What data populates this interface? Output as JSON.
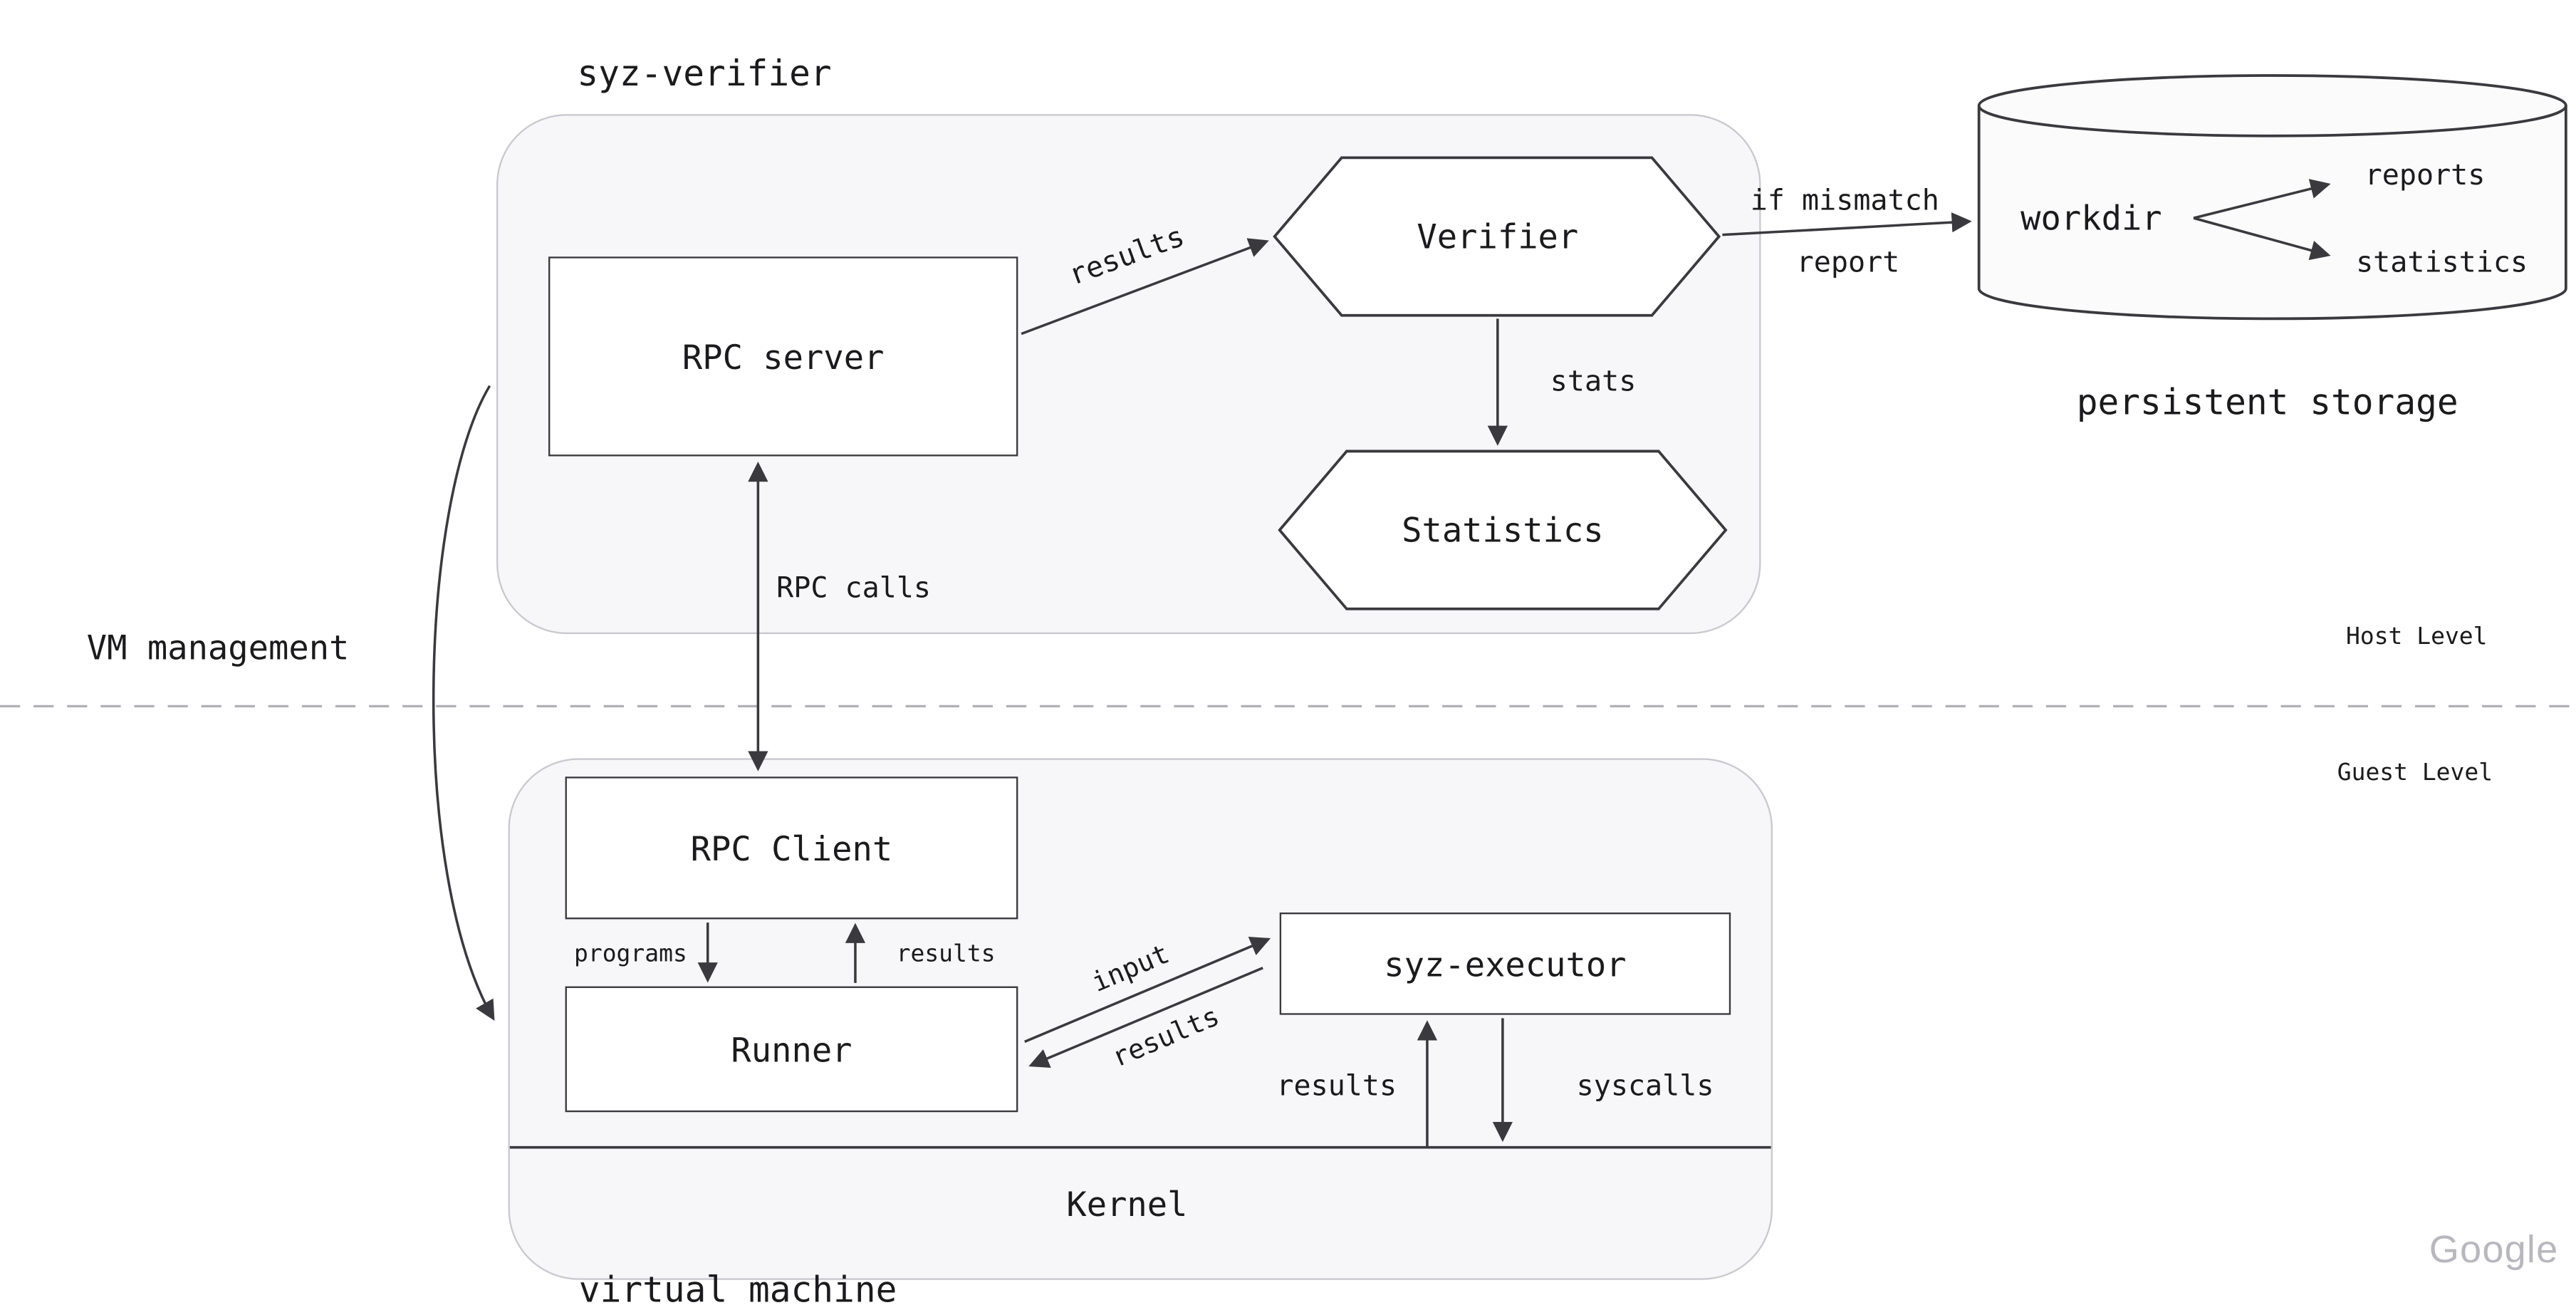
{
  "labels": {
    "syz_verifier": "syz-verifier",
    "rpc_server": "RPC server",
    "results_to_verifier": "results",
    "verifier": "Verifier",
    "if_mismatch": "if mismatch",
    "report": "report",
    "stats": "stats",
    "statistics_hex": "Statistics",
    "workdir": "workdir",
    "reports": "reports",
    "statistics_file": "statistics",
    "persistent_storage": "persistent storage",
    "rpc_calls": "RPC calls",
    "vm_management": "VM management",
    "host_level": "Host Level",
    "guest_level": "Guest Level",
    "rpc_client": "RPC Client",
    "programs": "programs",
    "results_up": "results",
    "runner": "Runner",
    "input": "input",
    "results_diag": "results",
    "syz_executor": "syz-executor",
    "results_kernel": "results",
    "syscalls": "syscalls",
    "kernel": "Kernel",
    "virtual_machine": "virtual machine",
    "watermark": "Google"
  },
  "colors": {
    "stroke": "#3a3a3e",
    "container_fill": "#f7f7f9",
    "container_border": "#c9c9cf",
    "text": "#1b1b1d",
    "divider": "#b0b0b5",
    "watermark": "#b7b7be"
  }
}
